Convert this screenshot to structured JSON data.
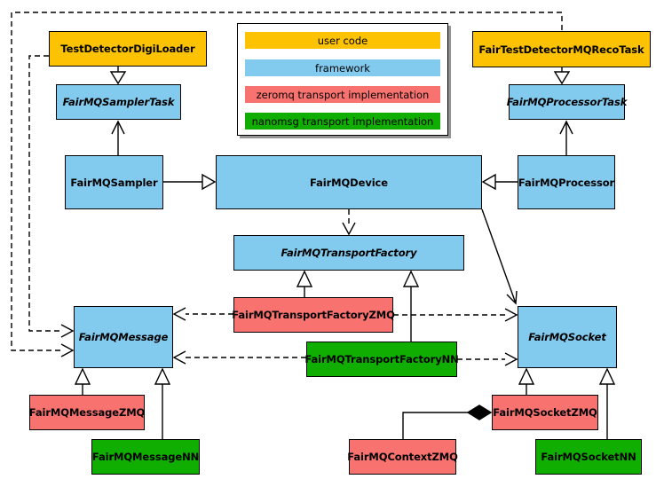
{
  "colors": {
    "user": "#fdc303",
    "framework": "#82cbef",
    "zeromq": "#f8736f",
    "nanomsg": "#0fae00",
    "line": "#000000",
    "background": "#ffffff"
  },
  "legend": {
    "items": [
      {
        "label": "user code",
        "colorKey": "user"
      },
      {
        "label": "framework",
        "colorKey": "framework"
      },
      {
        "label": "zeromq transport implementation",
        "colorKey": "zeromq"
      },
      {
        "label": "nanomsg transport implementation",
        "colorKey": "nanomsg"
      }
    ]
  },
  "nodes": {
    "digiLoader": {
      "label": "TestDetectorDigiLoader",
      "category": "user",
      "abstract": false
    },
    "recoTask": {
      "label": "FairTestDetectorMQRecoTask",
      "category": "user",
      "abstract": false
    },
    "samplerTask": {
      "label": "FairMQSamplerTask",
      "category": "framework",
      "abstract": true
    },
    "processorTask": {
      "label": "FairMQProcessorTask",
      "category": "framework",
      "abstract": true
    },
    "sampler": {
      "label": "FairMQSampler",
      "category": "framework",
      "abstract": false
    },
    "device": {
      "label": "FairMQDevice",
      "category": "framework",
      "abstract": false
    },
    "processor": {
      "label": "FairMQProcessor",
      "category": "framework",
      "abstract": false
    },
    "transportFactory": {
      "label": "FairMQTransportFactory",
      "category": "framework",
      "abstract": true
    },
    "transportFactoryZMQ": {
      "label": "FairMQTransportFactoryZMQ",
      "category": "zeromq",
      "abstract": false
    },
    "transportFactoryNN": {
      "label": "FairMQTransportFactoryNN",
      "category": "nanomsg",
      "abstract": false
    },
    "message": {
      "label": "FairMQMessage",
      "category": "framework",
      "abstract": true
    },
    "socket": {
      "label": "FairMQSocket",
      "category": "framework",
      "abstract": true
    },
    "messageZMQ": {
      "label": "FairMQMessageZMQ",
      "category": "zeromq",
      "abstract": false
    },
    "messageNN": {
      "label": "FairMQMessageNN",
      "category": "nanomsg",
      "abstract": false
    },
    "contextZMQ": {
      "label": "FairMQContextZMQ",
      "category": "zeromq",
      "abstract": false
    },
    "socketZMQ": {
      "label": "FairMQSocketZMQ",
      "category": "zeromq",
      "abstract": false
    },
    "socketNN": {
      "label": "FairMQSocketNN",
      "category": "nanomsg",
      "abstract": false
    }
  },
  "relations": [
    {
      "from": "TestDetectorDigiLoader",
      "to": "FairMQSamplerTask",
      "type": "inheritance"
    },
    {
      "from": "FairTestDetectorMQRecoTask",
      "to": "FairMQProcessorTask",
      "type": "inheritance"
    },
    {
      "from": "FairMQSampler",
      "to": "FairMQSamplerTask",
      "type": "association"
    },
    {
      "from": "FairMQProcessor",
      "to": "FairMQProcessorTask",
      "type": "association"
    },
    {
      "from": "FairMQSampler",
      "to": "FairMQDevice",
      "type": "inheritance"
    },
    {
      "from": "FairMQProcessor",
      "to": "FairMQDevice",
      "type": "inheritance"
    },
    {
      "from": "FairMQDevice",
      "to": "FairMQTransportFactory",
      "type": "dependency"
    },
    {
      "from": "FairMQDevice",
      "to": "FairMQSocket",
      "type": "association"
    },
    {
      "from": "FairMQTransportFactoryZMQ",
      "to": "FairMQTransportFactory",
      "type": "inheritance"
    },
    {
      "from": "FairMQTransportFactoryNN",
      "to": "FairMQTransportFactory",
      "type": "inheritance"
    },
    {
      "from": "FairMQTransportFactoryZMQ",
      "to": "FairMQMessage",
      "type": "dependency"
    },
    {
      "from": "FairMQTransportFactoryZMQ",
      "to": "FairMQSocket",
      "type": "dependency"
    },
    {
      "from": "FairMQTransportFactoryNN",
      "to": "FairMQMessage",
      "type": "dependency"
    },
    {
      "from": "FairMQTransportFactoryNN",
      "to": "FairMQSocket",
      "type": "dependency"
    },
    {
      "from": "FairMQMessageZMQ",
      "to": "FairMQMessage",
      "type": "inheritance"
    },
    {
      "from": "FairMQMessageNN",
      "to": "FairMQMessage",
      "type": "inheritance"
    },
    {
      "from": "FairMQSocketZMQ",
      "to": "FairMQSocket",
      "type": "inheritance"
    },
    {
      "from": "FairMQSocketNN",
      "to": "FairMQSocket",
      "type": "inheritance"
    },
    {
      "from": "FairMQContextZMQ",
      "to": "FairMQSocketZMQ",
      "type": "composition"
    },
    {
      "from": "TestDetectorDigiLoader",
      "to": "FairMQMessage",
      "type": "dependency"
    },
    {
      "from": "FairTestDetectorMQRecoTask",
      "to": "FairMQMessage",
      "type": "dependency"
    }
  ]
}
